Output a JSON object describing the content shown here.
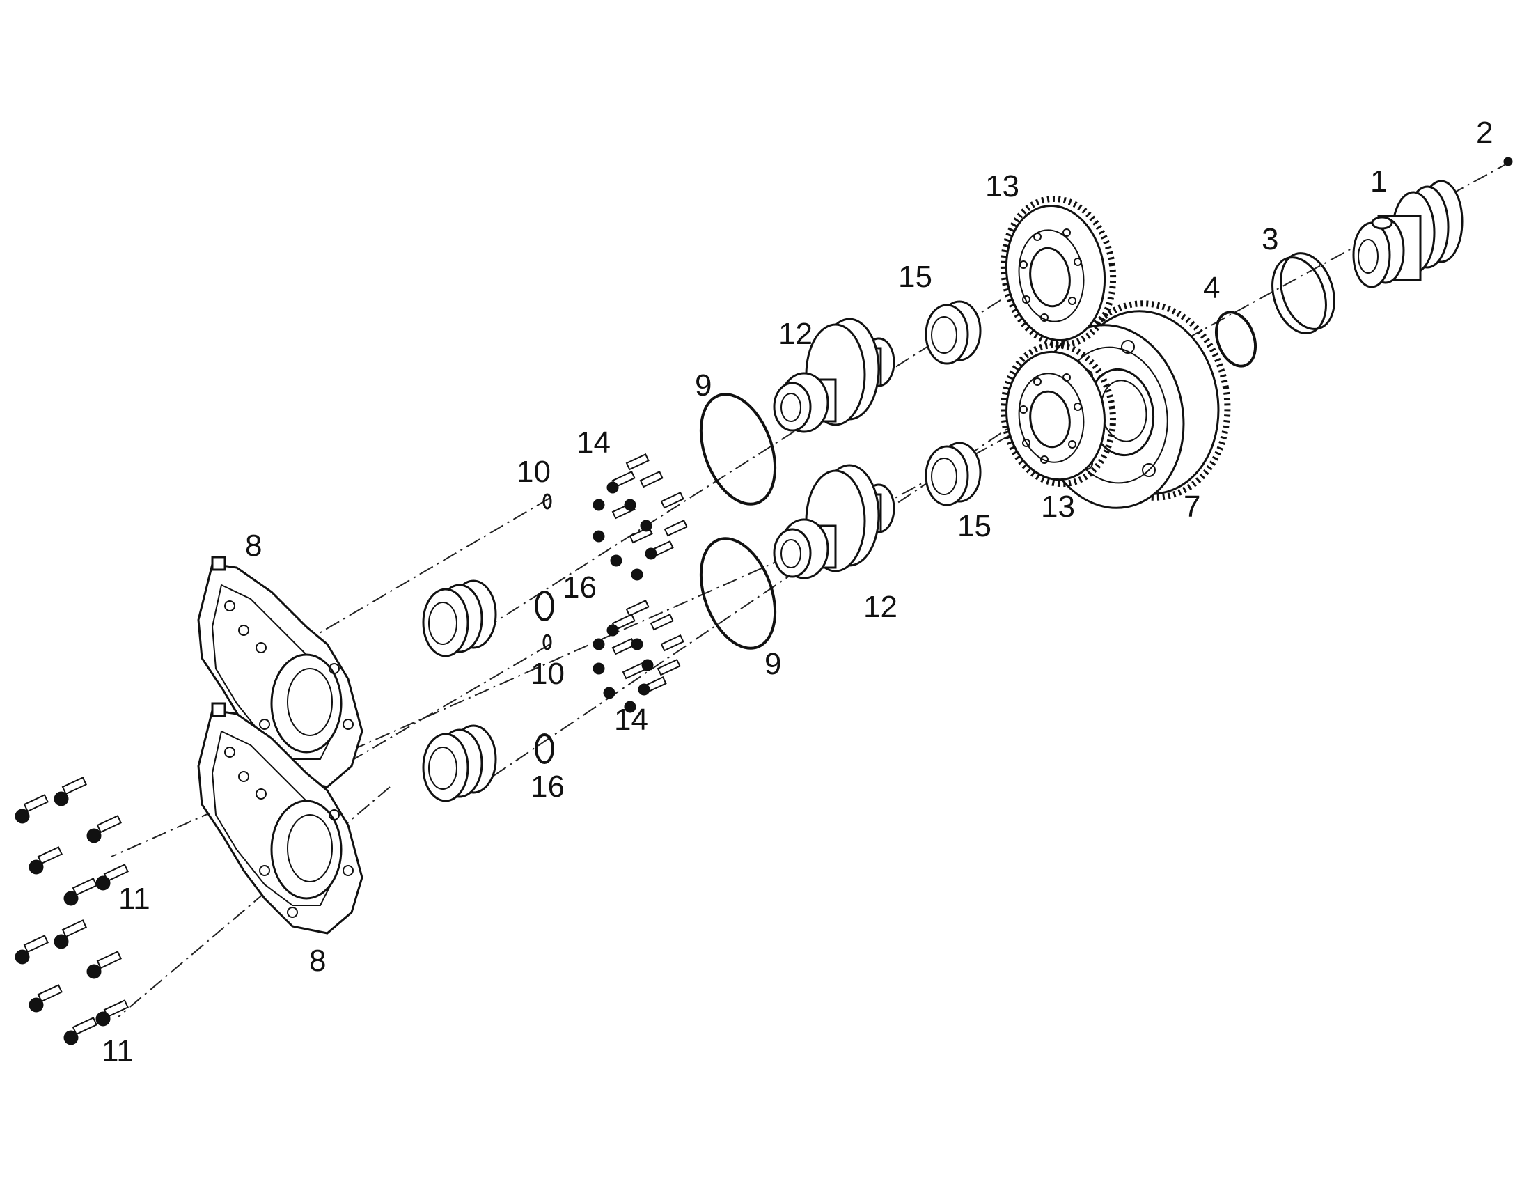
{
  "callouts": {
    "c1": "1",
    "c2": "2",
    "c3": "3",
    "c4": "4",
    "c7": "7",
    "c8a": "8",
    "c8b": "8",
    "c9a": "9",
    "c9b": "9",
    "c10a": "10",
    "c10b": "10",
    "c11a": "11",
    "c11b": "11",
    "c12a": "12",
    "c12b": "12",
    "c13a": "13",
    "c13b": "13",
    "c14a": "14",
    "c14b": "14",
    "c15a": "15",
    "c15b": "15",
    "c16a": "16",
    "c16b": "16"
  },
  "colors": {
    "line": "#111111",
    "background": "#ffffff"
  }
}
